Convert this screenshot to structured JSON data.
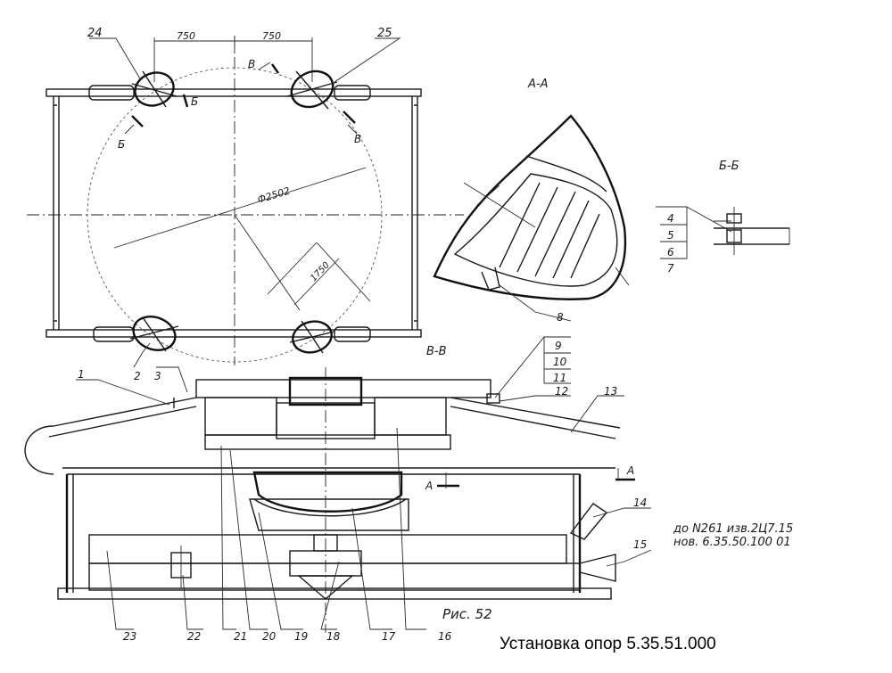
{
  "caption": "Установка опор 5.35.51.000",
  "figure_label": "Рис. 52",
  "view_labels": {
    "section_aa": "А-А",
    "section_bb": "Б-Б",
    "section_vv": "В-В",
    "cut_a": "А",
    "cut_b": "Б",
    "cut_v": "В"
  },
  "dimensions": {
    "left_span": "750",
    "right_span": "750",
    "diameter": "Ф2502",
    "offset": "1750"
  },
  "revision_note": {
    "line1": "до N261  изв.2Ц7.15",
    "line2": "нов. 6.35.50.100 01"
  },
  "part_numbers": [
    "1",
    "2",
    "3",
    "4",
    "5",
    "6",
    "7",
    "8",
    "9",
    "10",
    "11",
    "12",
    "13",
    "14",
    "15",
    "16",
    "17",
    "18",
    "19",
    "20",
    "21",
    "22",
    "23",
    "24",
    "25"
  ]
}
